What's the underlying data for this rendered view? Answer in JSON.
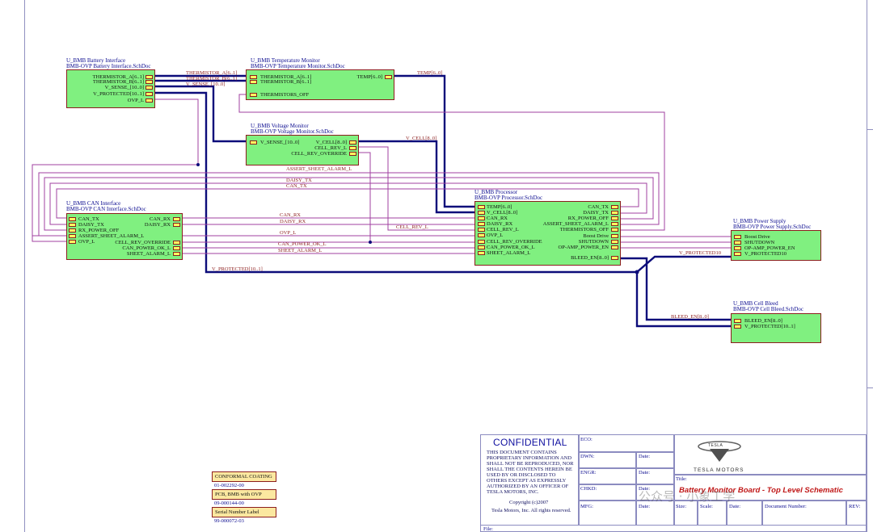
{
  "blocks": {
    "battery": {
      "name": "U_BMB Battery Interface",
      "file": "BMB-OVP Battery Interface.SchDoc",
      "pins": [
        "THERMISTOR_A[6..1]",
        "THERMISTOR_B[6..1]",
        "V_SENSE_[10..0]",
        "V_PROTECTED[10..1]",
        "OVP_L"
      ]
    },
    "temp": {
      "name": "U_BMB Temperature Monitor",
      "file": "BMB-OVP Temperature Monitor.SchDoc",
      "left_pins": [
        "THERMISTOR_A[6..1]",
        "THERMISTOR_B[6..1]",
        "THERMISTORS_OFF"
      ],
      "right_pins": [
        "TEMP[6..0]"
      ]
    },
    "voltage": {
      "name": "U_BMB Voltage Monitor",
      "file": "BMB-OVP Voltage Monitor.SchDoc",
      "left_pins": [
        "V_SENSE_[10..0]"
      ],
      "right_pins": [
        "V_CELL[8..0]",
        "CELL_REV_L",
        "CELL_REV_OVERRIDE"
      ]
    },
    "can": {
      "name": "U_BMB CAN Interface",
      "file": "BMB-OVP CAN Interface.SchDoc",
      "left_pins": [
        "CAN_TX",
        "DAISY_TX",
        "RX_POWER_OFF",
        "ASSERT_SHEET_ALARM_L",
        "OVP_L"
      ],
      "right_pins": [
        "CAN_RX",
        "DAISY_RX",
        "CELL_REV_OVERRIDE",
        "CAN_POWER_OK_L",
        "SHEET_ALARM_L"
      ]
    },
    "processor": {
      "name": "U_BMB Processor",
      "file": "BMB-OVP Processor.SchDoc",
      "left_pins": [
        "TEMP[6..0]",
        "V_CELL[8..0]",
        "CAN_RX",
        "DAISY_RX",
        "CELL_REV_L",
        "OVP_L",
        "CELL_REV_OVERRIDE",
        "CAN_POWER_OK_L",
        "SHEET_ALARM_L"
      ],
      "right_pins": [
        "CAN_TX",
        "DAISY_TX",
        "RX_POWER_OFF",
        "ASSERT_SHEET_ALARM_L",
        "THERMISTORS_OFF",
        "Boost Drive",
        "SHUTDOWN",
        "OP-AMP_POWER_EN",
        "BLEED_EN[8..0]"
      ]
    },
    "power": {
      "name": "U_BMB Power Supply",
      "file": "BMB-OVP Power Supply.SchDoc",
      "pins": [
        "Boost Drive",
        "SHUTDOWN",
        "OP-AMP_POWER_EN",
        "V_PROTECTED10"
      ]
    },
    "bleed": {
      "name": "U_BMB Cell Bleed",
      "file": "BMB-OVP Cell Bleed.SchDoc",
      "pins": [
        "BLEED_EN[8..0]",
        "V_PROTECTED[10..1]"
      ]
    }
  },
  "nets": {
    "thermistor_a": "THERMISTOR_A[6..1]",
    "thermistor_b": "THERMISTOR_B[6..1]",
    "v_sense": "V_SENSE_[10..0]",
    "temp": "TEMP[6..0]",
    "v_cell": "V_CELL[8..0]",
    "assert_sheet_alarm": "ASSERT_SHEET_ALARM_L",
    "daisy_tx": "DAISY_TX",
    "can_tx": "CAN_TX",
    "can_rx": "CAN_RX",
    "daisy_rx": "DAISY_RX",
    "cell_rev": "CELL_REV_L",
    "ovp": "OVP_L",
    "can_power_ok": "CAN_POWER_OK_L",
    "sheet_alarm": "SHEET_ALARM_L",
    "v_protected_bus": "V_PROTECTED[10..1]",
    "v_protected10": "V_PROTECTED10",
    "bleed_en": "BLEED_EN[8..0]"
  },
  "title_block": {
    "confidential": "CONFIDENTIAL",
    "notice": [
      "THIS DOCUMENT CONTAINS",
      "PROPRIETARY INFORMATION AND",
      "SHALL NOT BE REPRODUCED, NOR",
      "SHALL THE CONTENTS HEREIN BE",
      "USED BY OR DISCLOSED TO",
      "OTHERS EXCEPT AS EXPRESSLY",
      "AUTHORIZED BY AN OFFICER OF",
      "TESLA MOTORS, INC."
    ],
    "copyright": "Copyright (c)2007",
    "rights": "Tesla Motors, Inc. All rights reserved.",
    "eco": "ECO:",
    "dwn": "DWN:",
    "engr": "ENGR:",
    "chkd": "CHKD:",
    "mfg": "MFG:",
    "date": "Date:",
    "logo_word": "TESLA",
    "company": "TESLA MOTORS",
    "title_label": "Title:",
    "title": "Battery Monitor Board - Top Level Schematic",
    "size": "Size:",
    "scale": "Scale:",
    "date2": "Date:",
    "docnum": "Document Number:",
    "rev": "REV:",
    "file": "File:"
  },
  "parts": [
    {
      "label": "CONFORMAL COATING",
      "pn": "01-002292-00"
    },
    {
      "label": "PCB, BMB with OVP",
      "pn": "09-000144-00"
    },
    {
      "label": "Serial Number Label",
      "pn": "99-000072-03"
    }
  ],
  "watermark": "公众号 · 小象工学",
  "colors": {
    "block": "#80f080",
    "border": "#8c1e1e",
    "bus": "#0c0c7a",
    "wire": "#a040a0",
    "net_label": "#8c1e1e",
    "block_text": "#0c0c90"
  }
}
